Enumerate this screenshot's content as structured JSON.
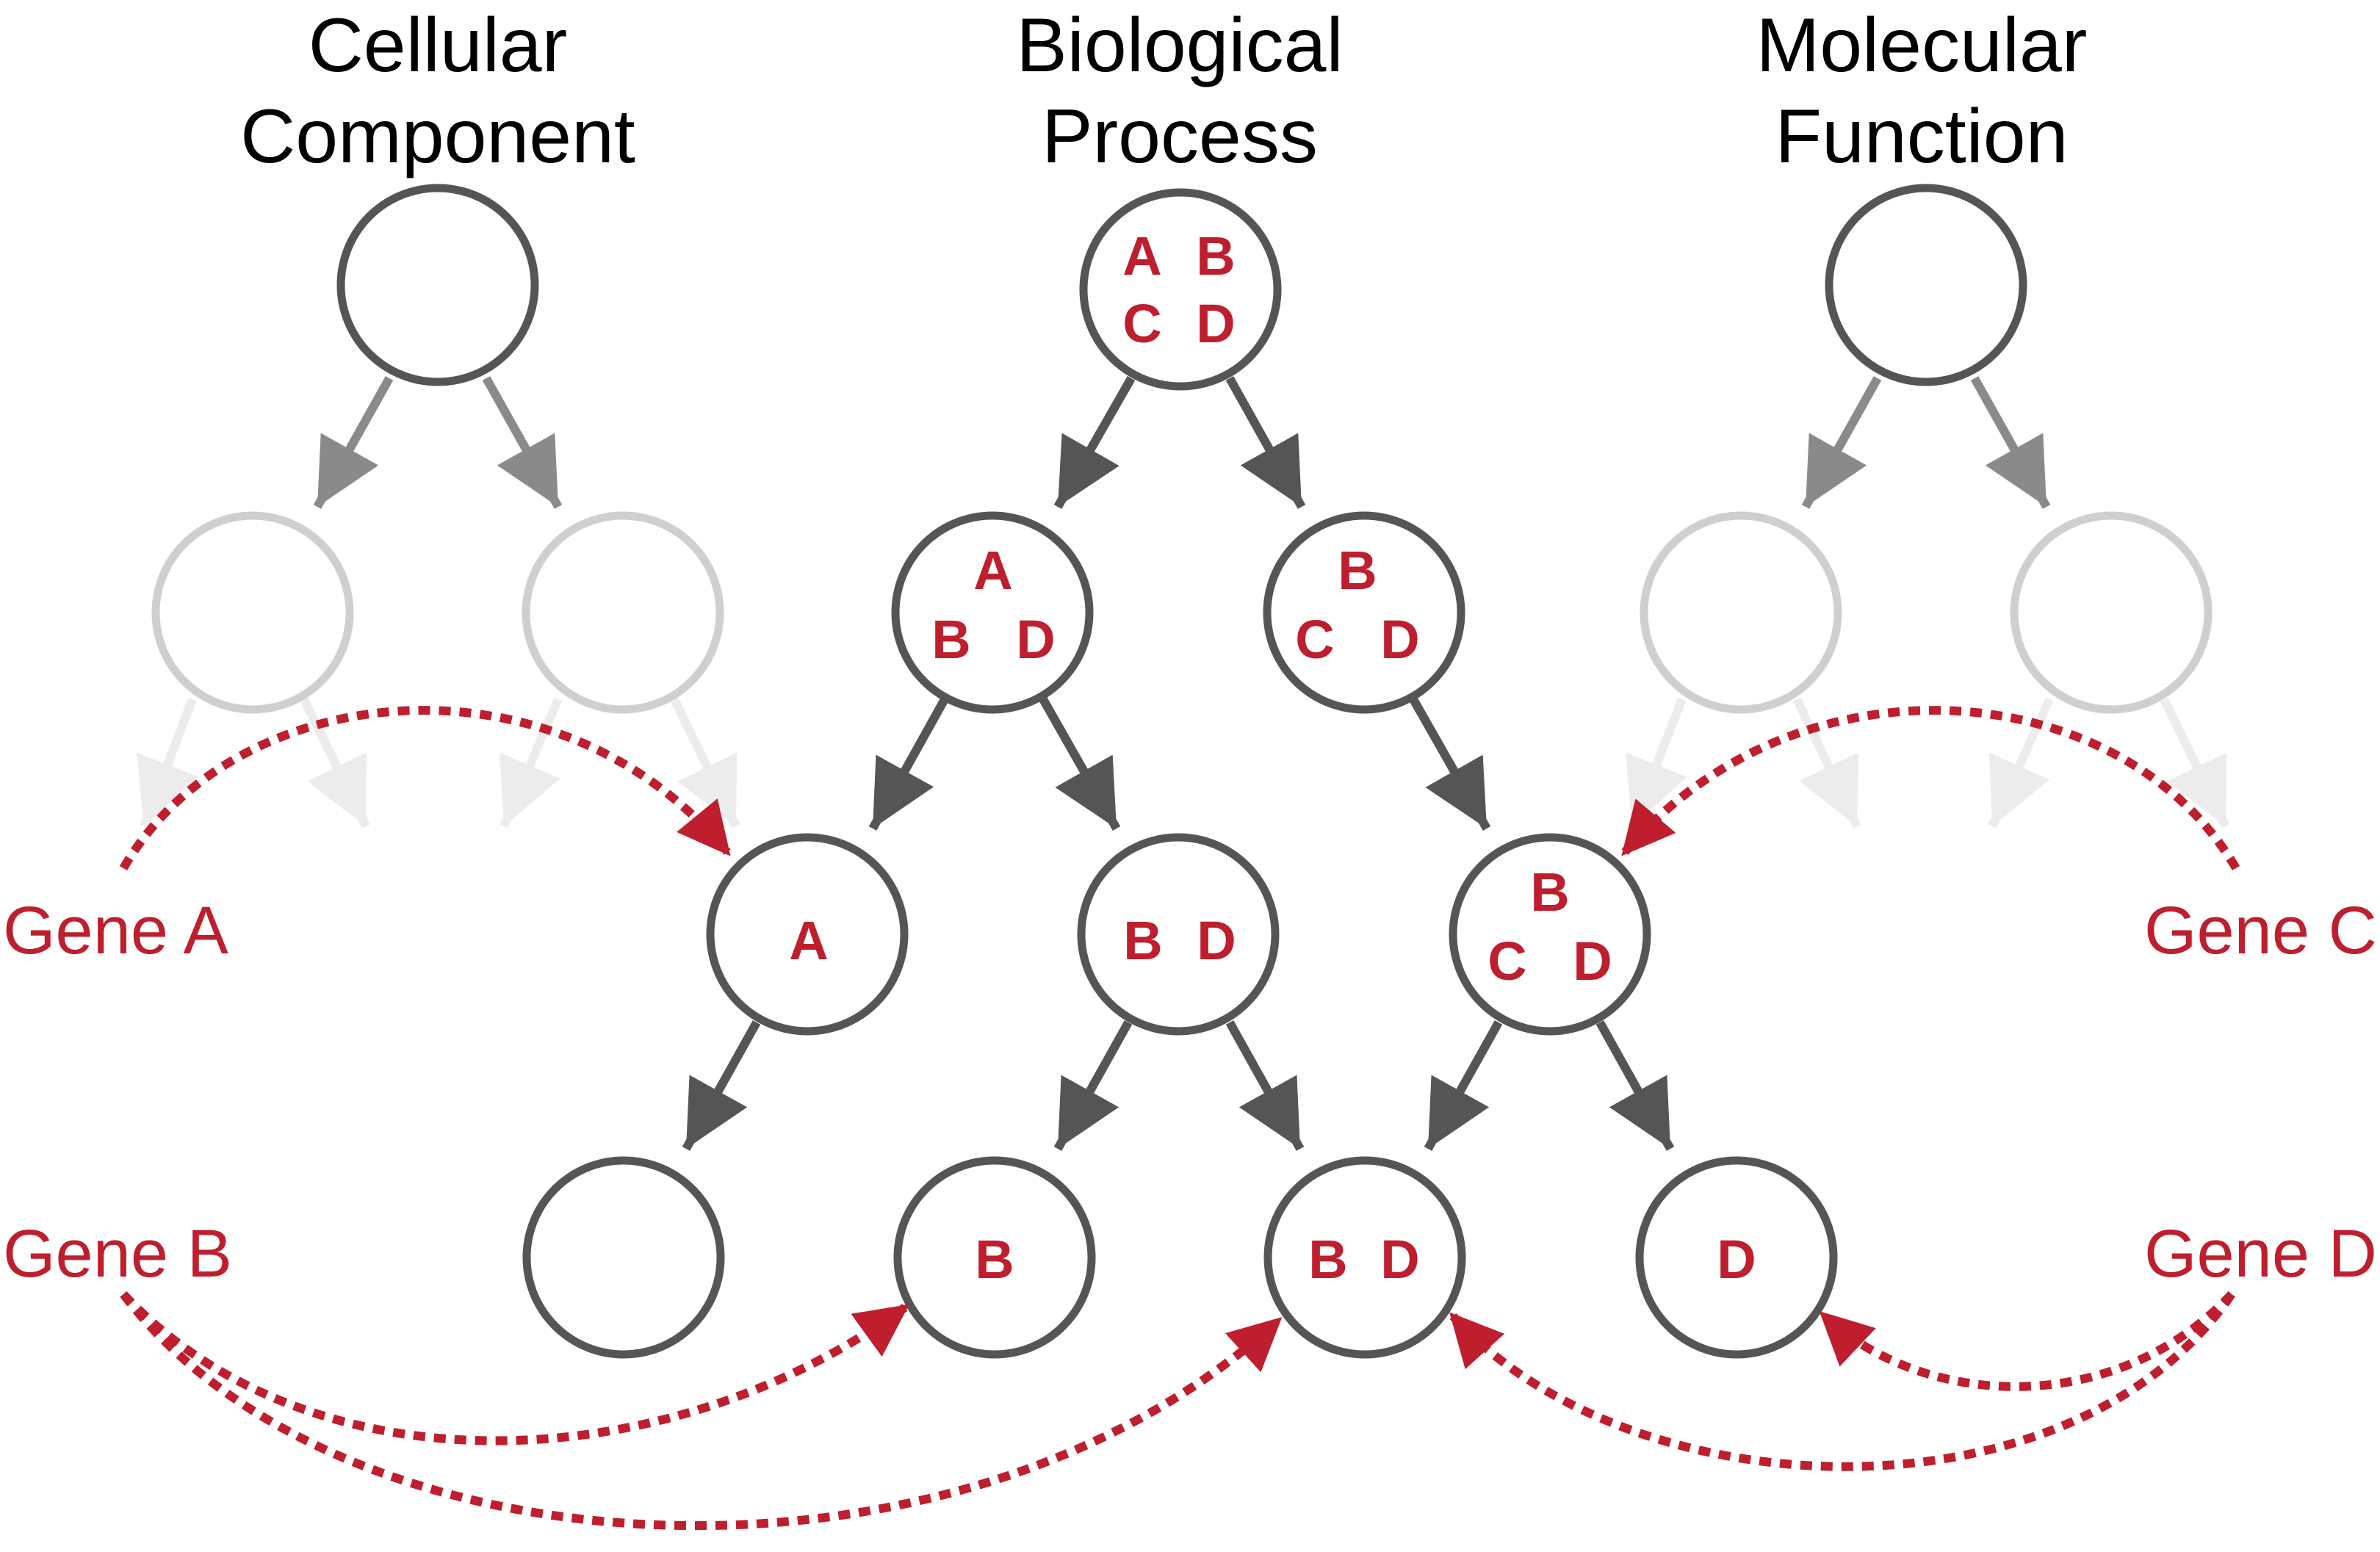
{
  "colors": {
    "accent": "#be1e2d",
    "node_stroke": "#555555",
    "node_faded": "#cfcfcf",
    "edge_dark": "#555555",
    "edge_medium": "#8a8a8a",
    "edge_faint": "#e8e8e8"
  },
  "headings": [
    {
      "line1": "Cellular",
      "line2": "Component"
    },
    {
      "line1": "Biological",
      "line2": "Process"
    },
    {
      "line1": "Molecular",
      "line2": "Function"
    }
  ],
  "genes": {
    "a": "Gene A",
    "b": "Gene B",
    "c": "Gene C",
    "d": "Gene D"
  },
  "nodes": {
    "bp_root": {
      "r1": [
        "A",
        "B"
      ],
      "r2": [
        "C",
        "D"
      ]
    },
    "bp_left": {
      "r1": [
        "A"
      ],
      "r2": [
        "B",
        "D"
      ]
    },
    "bp_right": {
      "r1": [
        "B"
      ],
      "r2": [
        "C",
        "D"
      ]
    },
    "bp_a": {
      "r1": [
        "A"
      ]
    },
    "bp_bd": {
      "r1": [
        "B",
        "D"
      ]
    },
    "bp_bcd": {
      "r1": [
        "B"
      ],
      "r2": [
        "C",
        "D"
      ]
    },
    "bp_b": {
      "r1": [
        "B"
      ]
    },
    "bp_bd2": {
      "r1": [
        "B",
        "D"
      ]
    },
    "bp_d": {
      "r1": [
        "D"
      ]
    }
  }
}
